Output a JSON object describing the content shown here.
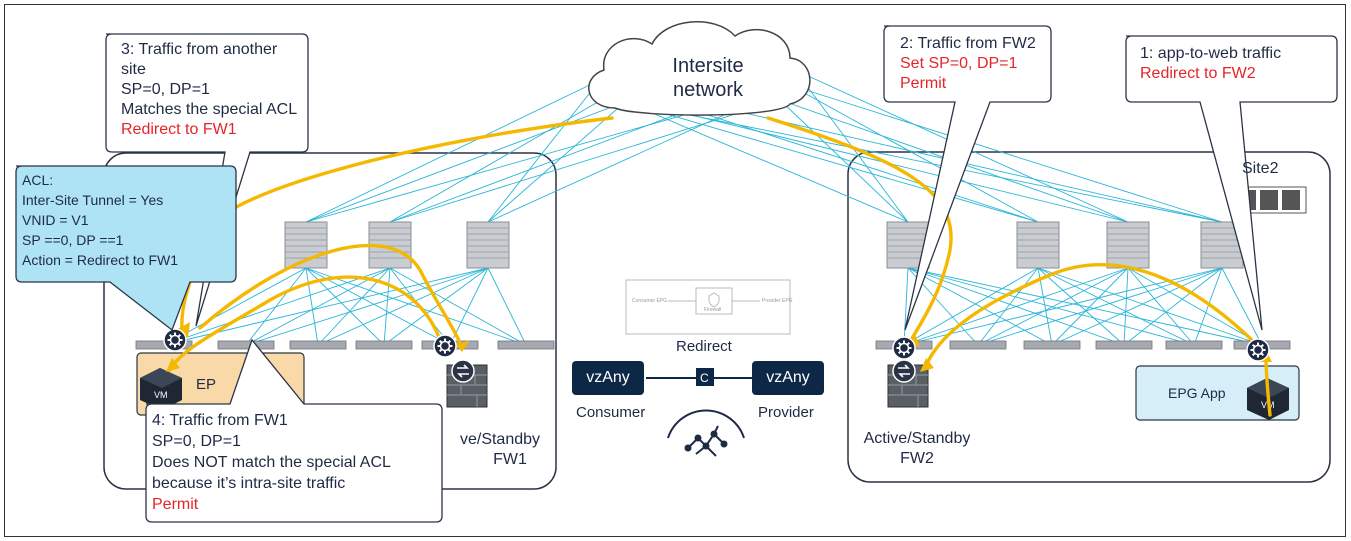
{
  "cloud": {
    "line1": "Intersite",
    "line2": "network"
  },
  "callouts": {
    "c3": {
      "line1": "3: Traffic from another site",
      "line2": "SP=0, DP=1",
      "line3": "Matches the special ACL",
      "line4": "Redirect to FW1"
    },
    "c2": {
      "line1": "2: Traffic from FW2",
      "line2": "Set SP=0, DP=1",
      "line3": "Permit"
    },
    "c1": {
      "line1": "1: app-to-web traffic",
      "line2": "Redirect to FW2"
    },
    "acl": {
      "line1": "ACL:",
      "line2": "Inter-Site Tunnel = Yes",
      "line3": "VNID = V1",
      "line4": "SP ==0, DP ==1",
      "line5": "Action = Redirect to FW1"
    },
    "c4": {
      "line1": "4: Traffic from FW1",
      "line2": "SP=0, DP=1",
      "line3": "Does NOT match the special ACL",
      "line4": "because it’s intra-site traffic",
      "line5": "Permit"
    }
  },
  "site1": {
    "epg_label": "EP",
    "fw_label_line1": "ve/Standby",
    "fw_label_line2": "FW1"
  },
  "site2": {
    "label": "Site2",
    "epg_label": "EPG App",
    "fw_label_line1": "Active/Standby",
    "fw_label_line2": "FW2"
  },
  "contract": {
    "consumer": "vzAny",
    "provider": "vzAny",
    "consumer_label": "Consumer",
    "provider_label": "Provider",
    "redirect_label": "Redirect",
    "contract_badge": "C",
    "mini_consumer": "Consumer EPG",
    "mini_provider": "Provider EPG",
    "mini_firewall": "Firewall"
  },
  "vm_badge": "VM",
  "colors": {
    "navy": "#0d2747",
    "callout_blue": "#aee3f5",
    "epg_orange": "#f9d9a7",
    "epg_blue": "#d5eef8",
    "fabric_line": "#29b6d8",
    "traffic": "#f5b800",
    "red": "#e5252a"
  }
}
